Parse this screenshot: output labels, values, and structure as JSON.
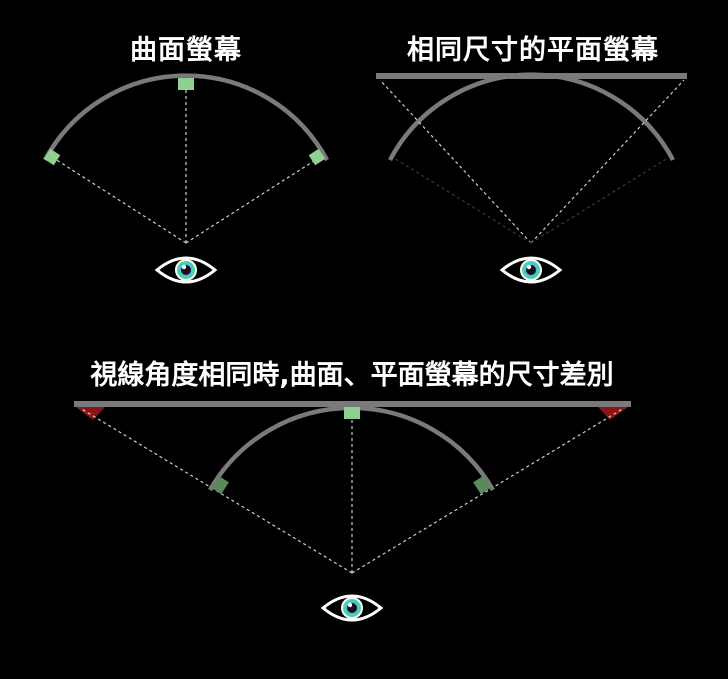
{
  "titles": {
    "curved": "曲面螢幕",
    "flat_same_size": "相同尺寸的平面螢幕",
    "comparison": "視線角度相同時,曲面、平面螢幕的尺寸差別"
  },
  "colors": {
    "background": "#000000",
    "screen_gray": "#7a7a7a",
    "sight_line": "#d0d0d0",
    "edge_marker_green": "#8fcf8f",
    "dark_green_marker": "#5a8a5a",
    "overflow_red": "#8b1414",
    "eye_outline": "#ffffff"
  },
  "icons": [
    "eye-icon"
  ]
}
